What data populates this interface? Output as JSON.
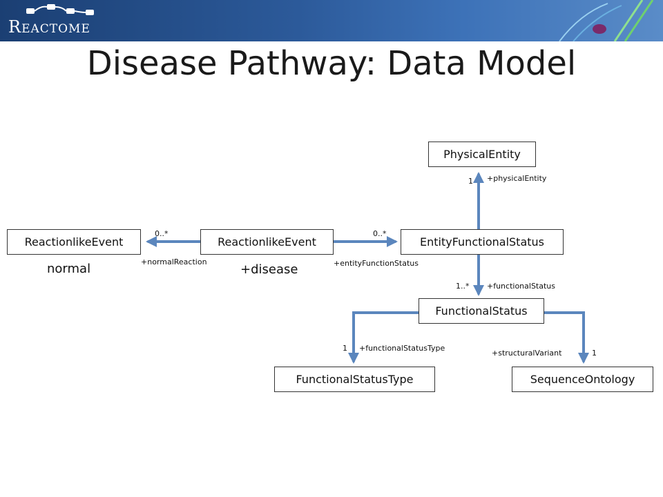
{
  "header": {
    "logo": "Reactome"
  },
  "title": "Disease Pathway: Data Model",
  "classes": {
    "physical_entity": "PhysicalEntity",
    "reaction_normal": "ReactionlikeEvent",
    "reaction_disease": "ReactionlikeEvent",
    "entity_functional_status": "EntityFunctionalStatus",
    "functional_status": "FunctionalStatus",
    "functional_status_type": "FunctionalStatusType",
    "sequence_ontology": "SequenceOntology"
  },
  "captions": {
    "normal": "normal",
    "disease": "+disease"
  },
  "associations": {
    "physical_entity": {
      "role": "+physicalEntity",
      "multiplicity": "1"
    },
    "normal_reaction": {
      "role": "+normalReaction",
      "multiplicity": "0..*"
    },
    "entity_function_status": {
      "role": "+entityFunctionStatus",
      "multiplicity": "0..*"
    },
    "functional_status": {
      "role": "+functionalStatus",
      "multiplicity": "1..*"
    },
    "functional_status_type": {
      "role": "+functionalStatusType",
      "multiplicity": "1"
    },
    "structural_variant": {
      "role": "+structuralVariant",
      "multiplicity": "1"
    }
  },
  "colors": {
    "connector": "#5b86bd",
    "header": "#2c5a9a"
  }
}
